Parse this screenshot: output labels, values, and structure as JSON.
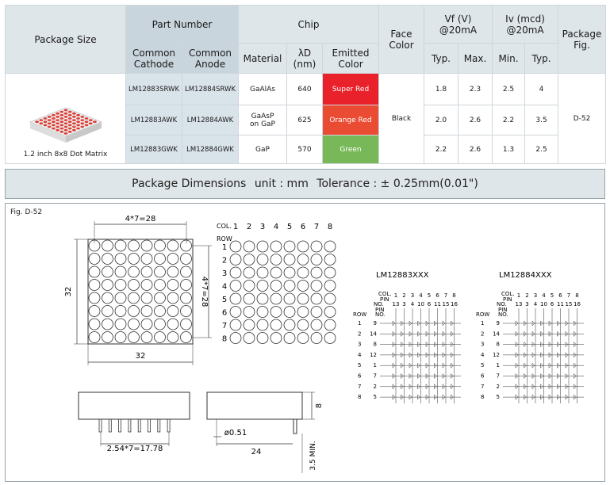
{
  "table": {
    "headers": {
      "package_size": "Package Size",
      "part_number": "Part Number",
      "common_cathode": "Common Cathode",
      "common_anode": "Common Anode",
      "chip": "Chip",
      "material": "Material",
      "lambda": "λD",
      "lambda_unit": "(nm)",
      "emitted_color": "Emitted Color",
      "face_color": "Face Color",
      "vf": "Vf (V)",
      "vf_cond": "@20mA",
      "iv": "Iv (mcd)",
      "iv_cond": "@20mA",
      "package_fig": "Package Fig.",
      "typ": "Typ.",
      "max": "Max.",
      "min": "Min.",
      "typ2": "Typ."
    },
    "package_label": "1.2 inch 8x8 Dot Matrix",
    "face_color": "Black",
    "package_fig": "D-52",
    "rows": [
      {
        "cathode": "LM12883SRWK",
        "anode": "LM12884SRWK",
        "material": "GaAlAs",
        "lambda": "640",
        "color": "Super Red",
        "vf_typ": "1.8",
        "vf_max": "2.3",
        "iv_min": "2.5",
        "iv_typ": "4"
      },
      {
        "cathode": "LM12883AWK",
        "anode": "LM12884AWK",
        "material": "GaAsP on GaP",
        "lambda": "625",
        "color": "Orange Red",
        "vf_typ": "2.0",
        "vf_max": "2.6",
        "iv_min": "2.2",
        "iv_typ": "3.5"
      },
      {
        "cathode": "LM12883GWK",
        "anode": "LM12884GWK",
        "material": "GaP",
        "lambda": "570",
        "color": "Green",
        "vf_typ": "2.2",
        "vf_max": "2.6",
        "iv_min": "1.3",
        "iv_typ": "2.5"
      }
    ]
  },
  "dimensions": {
    "title": "Package Dimensions",
    "unit": "unit : mm",
    "tolerance": "Tolerance : ± 0.25mm(0.01\")"
  },
  "drawing": {
    "fig_label": "Fig. D-52",
    "dim_width_top": "4*7=28",
    "dim_side": "4*7=28",
    "dim_height": "32",
    "dim_width": "32",
    "dim_depth": "8",
    "dim_pitch": "2.54*7=17.78",
    "dim_pin": "ø0.51",
    "dim_length": "24",
    "dim_min": "3.5 MIN.",
    "col_label": "COL.",
    "row_label": "ROW",
    "col_numbers": [
      "1",
      "2",
      "3",
      "4",
      "5",
      "6",
      "7",
      "8"
    ],
    "row_numbers": [
      "1",
      "2",
      "3",
      "4",
      "5",
      "6",
      "7",
      "8"
    ],
    "schem1_title": "LM12883XXX",
    "schem2_title": "LM12884XXX",
    "pin_label": "PIN",
    "no_label": "NO.",
    "col_pins": [
      "13",
      "3",
      "4",
      "10",
      "6",
      "11",
      "15",
      "16"
    ],
    "row_pins": [
      "9",
      "14",
      "8",
      "12",
      "1",
      "7",
      "2",
      "5"
    ]
  },
  "colors": {
    "super_red": "#e8212b",
    "orange_red": "#ea4b33",
    "green": "#78b858"
  }
}
